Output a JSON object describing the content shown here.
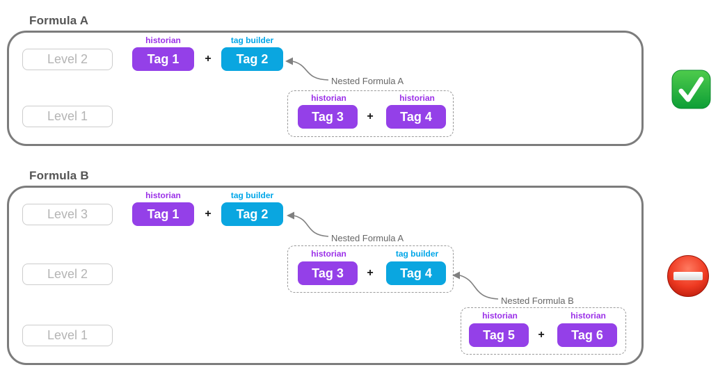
{
  "formula_a": {
    "title": "Formula A",
    "levels": {
      "top": "Level 2",
      "bottom": "Level 1"
    },
    "main": {
      "tag1_type": "historian",
      "tag1": "Tag 1",
      "op": "+",
      "tag2_type": "tag builder",
      "tag2": "Tag 2"
    },
    "nested": {
      "annotation": "Nested Formula A",
      "tag1_type": "historian",
      "tag1": "Tag 3",
      "op": "+",
      "tag2_type": "historian",
      "tag2": "Tag 4"
    },
    "status_icon": "check-mark-green"
  },
  "formula_b": {
    "title": "Formula B",
    "levels": {
      "top": "Level 3",
      "middle": "Level 2",
      "bottom": "Level 1"
    },
    "main": {
      "tag1_type": "historian",
      "tag1": "Tag 1",
      "op": "+",
      "tag2_type": "tag builder",
      "tag2": "Tag 2"
    },
    "nested1": {
      "annotation": "Nested Formula A",
      "tag1_type": "historian",
      "tag1": "Tag 3",
      "op": "+",
      "tag2_type": "tag builder",
      "tag2": "Tag 4"
    },
    "nested2": {
      "annotation": "Nested Formula B",
      "tag1_type": "historian",
      "tag1": "Tag 5",
      "op": "+",
      "tag2_type": "historian",
      "tag2": "Tag 6"
    },
    "status_icon": "no-entry-red"
  },
  "colors": {
    "historian_purple": "#9440e8",
    "tag_builder_cyan": "#0aa6e0",
    "check_green": "#17a93c",
    "no_entry_red": "#d92b1b",
    "container_border": "#7c7c7c"
  }
}
